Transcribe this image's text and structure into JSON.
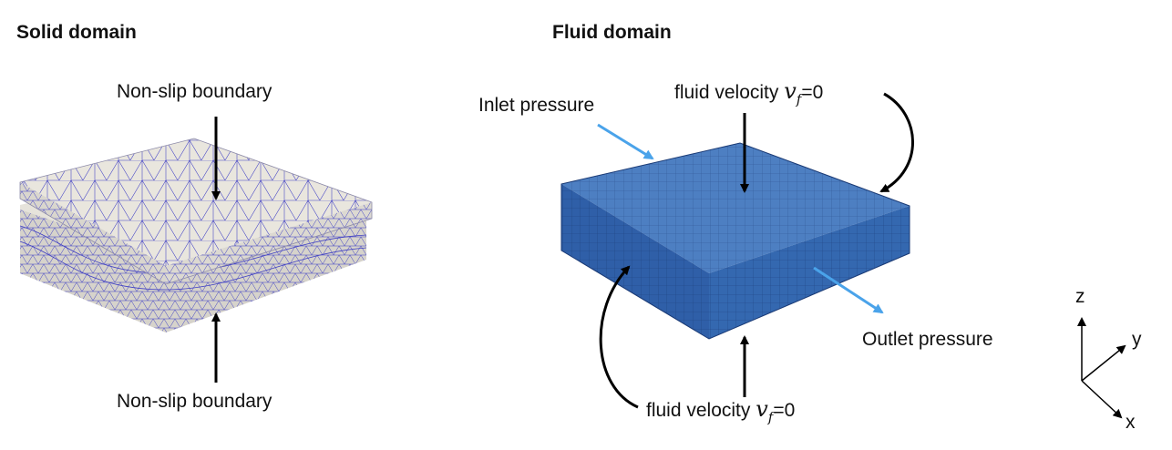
{
  "titles": {
    "solid": "Solid domain",
    "fluid": "Fluid domain"
  },
  "solid_labels": {
    "top": "Non-slip boundary",
    "bottom": "Non-slip boundary"
  },
  "fluid_labels": {
    "inlet": "Inlet pressure",
    "outlet": "Outlet pressure",
    "top_velocity_text": "fluid velocity",
    "bottom_velocity_text": "fluid velocity",
    "velocity_symbol": "v",
    "velocity_subscript": "f",
    "velocity_value": "=0"
  },
  "axes": {
    "x": "x",
    "y": "y",
    "z": "z"
  },
  "colors": {
    "solid_face": "#e6e3db",
    "solid_mesh": "#3d3dc4",
    "fluid_top": "#4d7fc2",
    "fluid_side": "#2f5fa8",
    "fluid_mesh": "#1a3a75",
    "arrow_blue": "#4aa3ea",
    "arrow_black": "#000000"
  }
}
